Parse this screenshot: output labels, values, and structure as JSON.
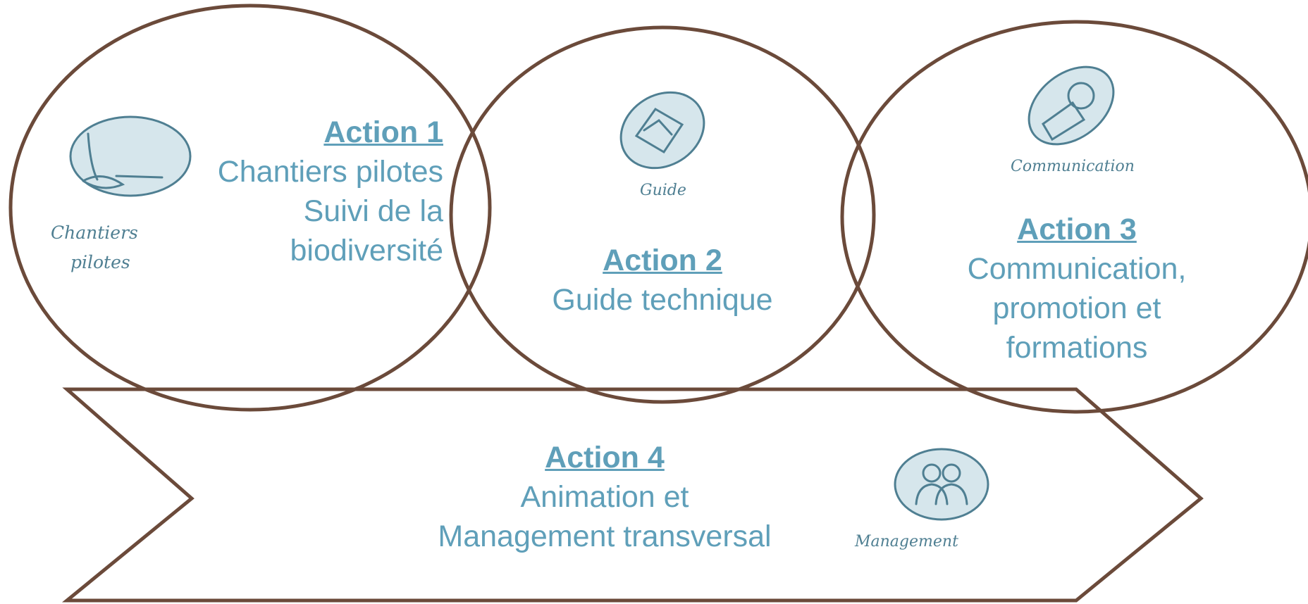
{
  "actions": [
    {
      "title": "Action 1",
      "lines": [
        "Chantiers pilotes",
        "Suivi de la",
        "biodiversité"
      ],
      "icon": "shovel-icon",
      "icon_caption": [
        "Chantiers",
        "pilotes"
      ]
    },
    {
      "title": "Action 2",
      "lines": [
        "Guide technique"
      ],
      "icon": "guide-book-icon",
      "icon_caption": [
        "Guide"
      ]
    },
    {
      "title": "Action 3",
      "lines": [
        "Communication,",
        "promotion et",
        "formations"
      ],
      "icon": "megaphone-icon",
      "icon_caption": [
        "Communication"
      ]
    },
    {
      "title": "Action 4",
      "lines": [
        "Animation et",
        "Management transversal"
      ],
      "icon": "people-icon",
      "icon_caption": [
        "Management"
      ]
    }
  ],
  "colors": {
    "outline": "#6b4a3a",
    "text": "#5f9fb9",
    "icon": "#4f7f92"
  }
}
